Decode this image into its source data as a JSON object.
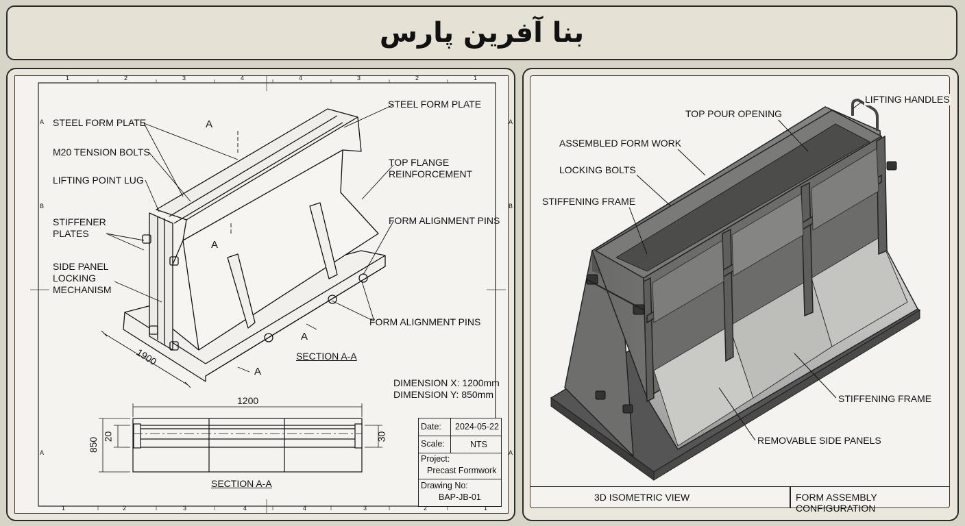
{
  "header": {
    "title": "بنا آفرین پارس"
  },
  "drawing": {
    "grid_top": [
      "1",
      "2",
      "3",
      "4",
      "4",
      "3",
      "2",
      "1"
    ],
    "grid_bottom": [
      "1",
      "2",
      "3",
      "4",
      "4",
      "3",
      "2",
      "1"
    ],
    "grid_left": [
      "A",
      "B",
      "A"
    ],
    "grid_right": [
      "A",
      "B",
      "A"
    ],
    "labels": {
      "steel_form_plate_left": "STEEL FORM PLATE",
      "tension_bolts": "M20 TENSION BOLTS",
      "lifting_lug": "LIFTING POINT LUG",
      "stiffener_plates": "STIFFENER\nPLATES",
      "side_panel_locking": "SIDE PANEL\nLOCKING\nMECHANISM",
      "steel_form_plate_right": "STEEL FORM PLATE",
      "top_flange": "TOP FLANGE\nREINFORCEMENT",
      "alignment_pins_1": "FORM ALIGNMENT PINS",
      "alignment_pins_2": "FORM ALIGNMENT PINS",
      "section_a": "A",
      "section_caption_iso": "SECTION A-A",
      "dim_length": "1900",
      "dimension_x": "DIMENSION X: 1200mm",
      "dimension_y": "DIMENSION Y: 850mm"
    },
    "section_view": {
      "width_label": "1200",
      "height_label": "850",
      "left_small": "20",
      "right_small": "30",
      "caption": "SECTION A-A"
    },
    "title_block": {
      "date_label": "Date:",
      "date_value": "2024-05-22",
      "scale_label": "Scale:",
      "scale_value": "NTS",
      "project_label": "Project:",
      "project_value": "Precast Formwork",
      "drawing_no_label": "Drawing No:",
      "drawing_no_value": "BAP-JB-01"
    }
  },
  "iso_view": {
    "labels": {
      "lifting_handles": "LIFTING HANDLES",
      "top_pour": "TOP POUR OPENING",
      "assembled": "ASSEMBLED FORM WORK",
      "locking_bolts": "LOCKING BOLTS",
      "stiffening_frame_1": "STIFFENING FRAME",
      "stiffening_frame_2": "STIFFENING FRAME",
      "removable_panels": "REMOVABLE SIDE PANELS"
    },
    "footer_left": "3D ISOMETRIC VIEW",
    "footer_right": "FORM ASSEMBLY CONFIGURATION"
  }
}
